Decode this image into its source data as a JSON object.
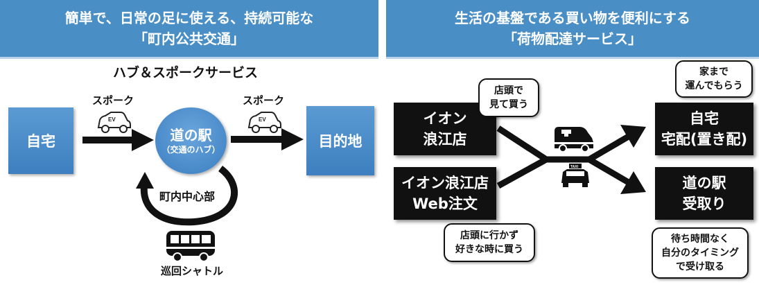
{
  "left": {
    "header": {
      "line1": "簡単で、日常の足に使える、持続可能な",
      "line2": "「町内公共交通」"
    },
    "subtitle": "ハブ＆スポークサービス",
    "home": "自宅",
    "destination": "目的地",
    "spoke_left": "スポーク",
    "spoke_right": "スポーク",
    "hub": {
      "title": "道の駅",
      "sub": "（交通のハブ）"
    },
    "loop_label": "町内中心部",
    "bus_label": "巡回シャトル",
    "ev_badge": "EV"
  },
  "right": {
    "header": {
      "line1": "生活の基盤である買い物を便利にする",
      "line2": "「荷物配達サービス」"
    },
    "store": {
      "line1": "イオン",
      "line2": "浪江店"
    },
    "web": {
      "line1": "イオン浪江店",
      "line2": "Web注文"
    },
    "home_delivery": {
      "line1": "自宅",
      "line2": "宅配(置き配)"
    },
    "station_pickup": {
      "line1": "道の駅",
      "line2": "受取り"
    },
    "bubble_store": {
      "line1": "店頭で",
      "line2": "見て買う"
    },
    "bubble_web": {
      "line1": "店頭に行かず",
      "line2": "好きな時に買う"
    },
    "bubble_home": {
      "line1": "家まで",
      "line2": "運んでもらう"
    },
    "bubble_station": {
      "line1": "待ち時間なく",
      "line2": "自分のタイミング",
      "line3": "で受け取る"
    },
    "taxi_sign": "TAXI"
  }
}
